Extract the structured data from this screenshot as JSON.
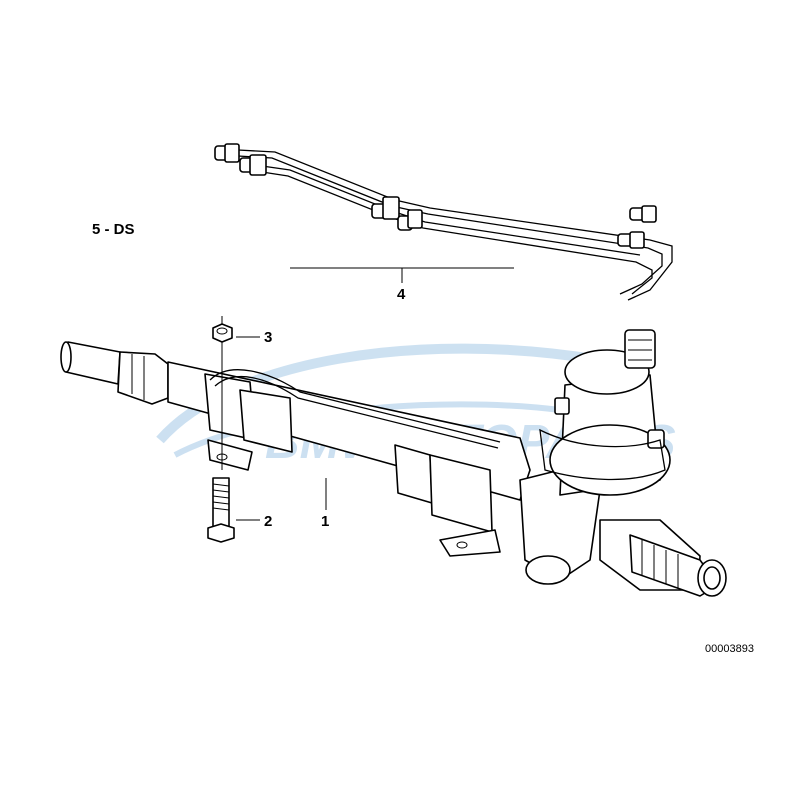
{
  "diagram": {
    "variant_label": "5 - DS",
    "callouts": {
      "rack": "1",
      "bolt": "2",
      "nut": "3",
      "lines": "4"
    },
    "image_code": "00003893",
    "watermark": "BMWAUTOPARTS",
    "colors": {
      "line": "#000000",
      "watermark": "#6fa9d8"
    }
  }
}
